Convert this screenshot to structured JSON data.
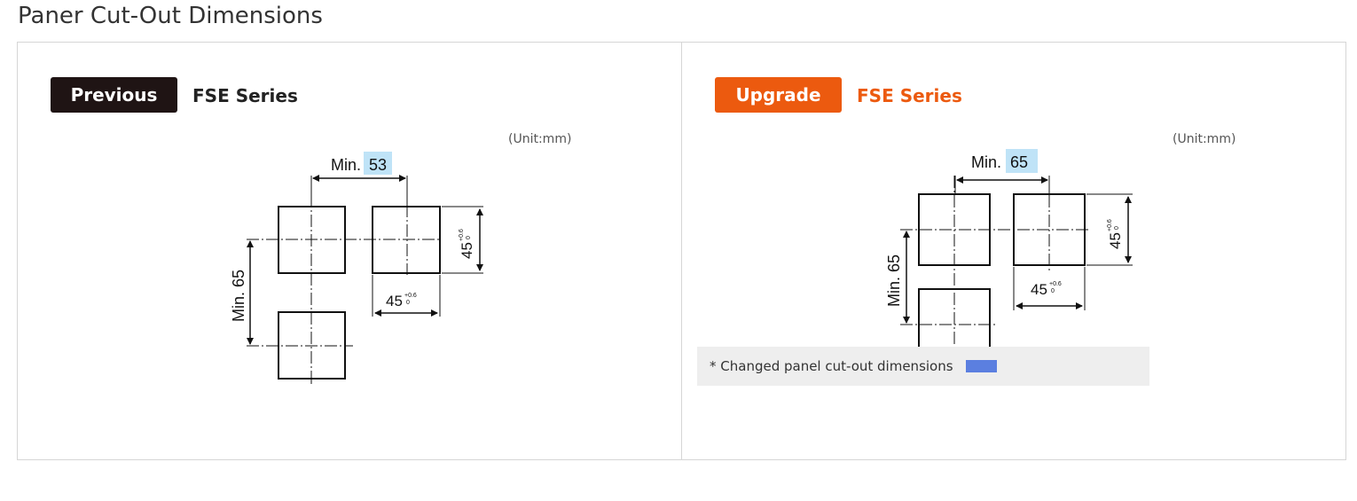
{
  "page_title": "Paner Cut-Out Dimensions",
  "previous": {
    "badge": "Previous",
    "series": "FSE Series",
    "unit": "(Unit:mm)",
    "min_horizontal_prefix": "Min.",
    "min_horizontal_value": "53",
    "min_vertical": "Min. 65",
    "dim_main": "45",
    "tol_plus": "+0.6",
    "tol_minus": "0"
  },
  "upgrade": {
    "badge": "Upgrade",
    "series": "FSE Series",
    "unit": "(Unit:mm)",
    "min_horizontal_prefix": "Min.",
    "min_horizontal_value": "65",
    "min_vertical": "Min. 65",
    "dim_main": "45",
    "tol_plus": "+0.6",
    "tol_minus": "0"
  },
  "note": {
    "text": "* Changed panel cut-out dimensions"
  },
  "colors": {
    "previous_badge": "#1f1414",
    "upgrade_badge": "#ec5a0f",
    "upgrade_series_text": "#ec5a0f",
    "highlight": "#bfe3f7",
    "note_swatch": "#5b7fe0"
  }
}
